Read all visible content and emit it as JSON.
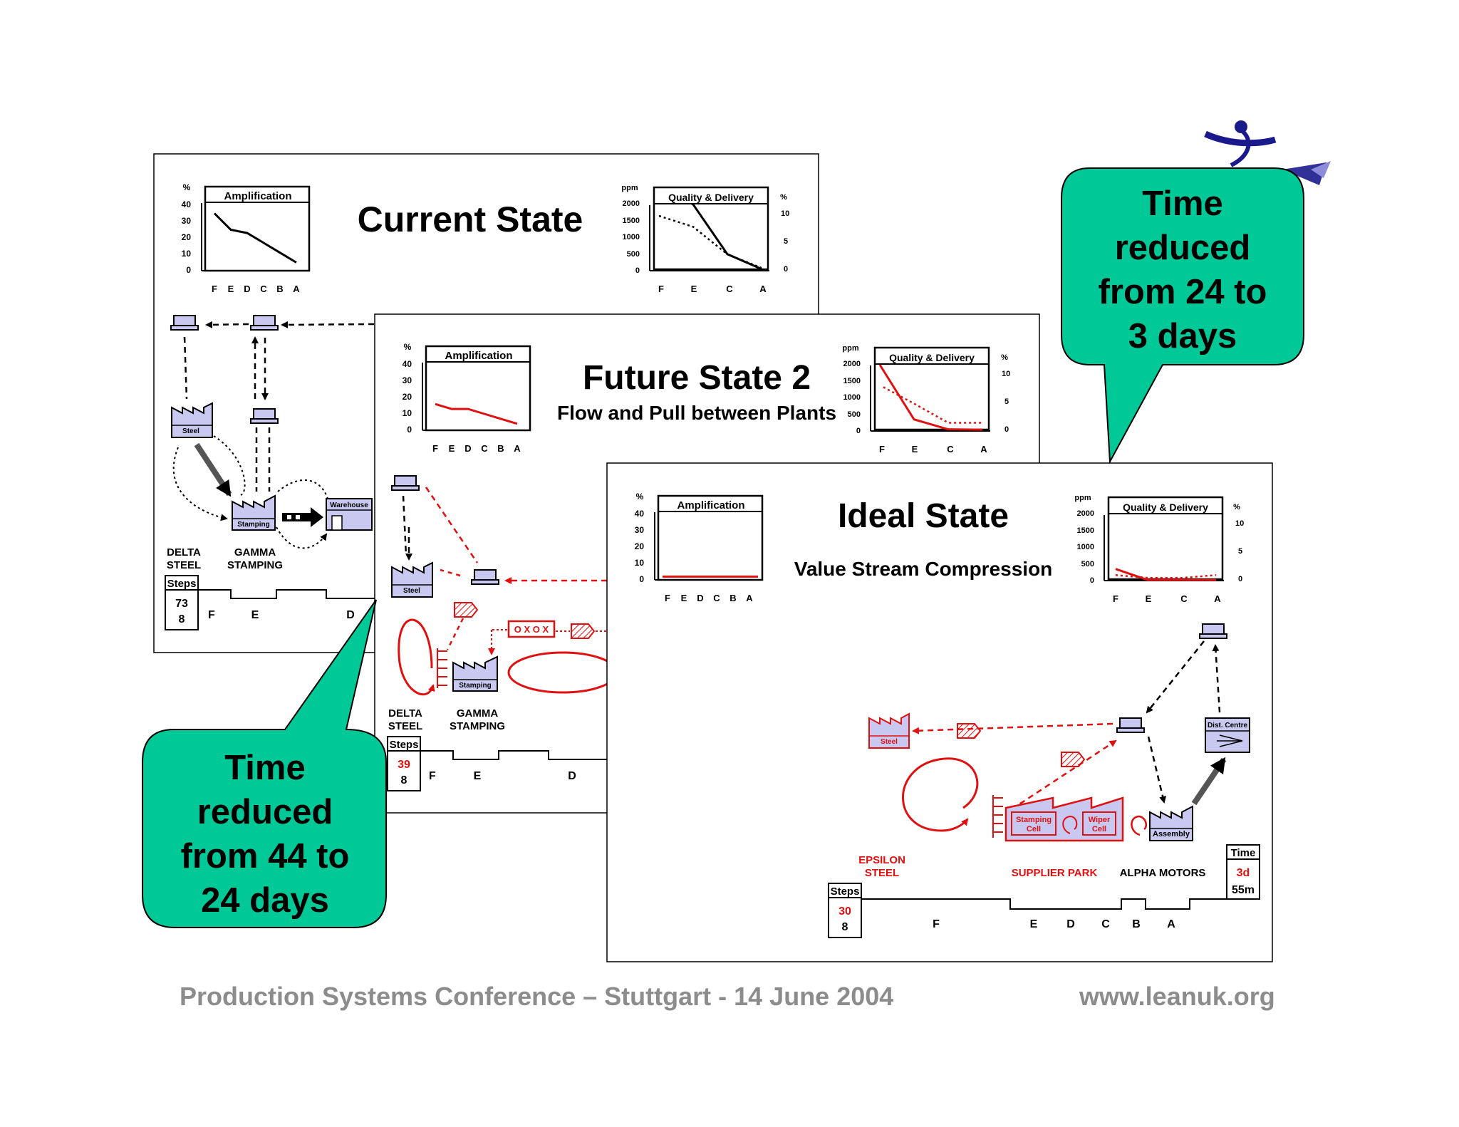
{
  "footer": {
    "conference": "Production Systems Conference – Stuttgart - 14 June 2004",
    "url": "www.leanuk.org"
  },
  "colors": {
    "callout_fill": "#00c896",
    "flow_red": "#e01010",
    "box_fill": "#c8c8f0",
    "footer_gray": "#8c8c8c",
    "logo_blue": "#1a1a8c"
  },
  "callouts": {
    "top_right": [
      "Time",
      "reduced",
      "from 24 to",
      "3 days"
    ],
    "bottom_left": [
      "Time",
      "reduced",
      "from 44 to",
      "24 days"
    ]
  },
  "current": {
    "title": "Current State",
    "amp": {
      "title": "Amplification",
      "unit": "%",
      "yticks": [
        "40",
        "30",
        "20",
        "10",
        "0"
      ],
      "x": [
        "F",
        "E",
        "D",
        "C",
        "B",
        "A"
      ],
      "values": [
        35,
        25,
        23,
        17,
        11,
        5
      ]
    },
    "qd": {
      "title": "Quality & Delivery",
      "unit_left": "ppm",
      "unit_right": "%",
      "yticks_left": [
        "2000",
        "1500",
        "1000",
        "500",
        "0"
      ],
      "yticks_right": [
        "10",
        "5",
        "0"
      ],
      "x": [
        "F",
        "E",
        "C",
        "A"
      ],
      "ppm_values": [
        2500,
        2000,
        500,
        50
      ],
      "pct_values": [
        10,
        8,
        3,
        0.5
      ]
    },
    "icons": {
      "steel": "Steel",
      "stamping": "Stamping",
      "warehouse": "Warehouse"
    },
    "labels": {
      "delta1": "DELTA",
      "delta2": "STEEL",
      "gamma1": "GAMMA",
      "gamma2": "STAMPING"
    },
    "steps": {
      "label": "Steps",
      "value1": "73",
      "value2": "8"
    },
    "timeline": [
      "F",
      "E",
      "D"
    ]
  },
  "future": {
    "title": "Future State 2",
    "subtitle": "Flow and Pull between Plants",
    "amp": {
      "title": "Amplification",
      "unit": "%",
      "yticks": [
        "40",
        "30",
        "20",
        "10",
        "0"
      ],
      "x": [
        "F",
        "E",
        "D",
        "C",
        "B",
        "A"
      ],
      "values": [
        16,
        13,
        13,
        10,
        7,
        4
      ]
    },
    "qd": {
      "title": "Quality & Delivery",
      "unit_left": "ppm",
      "unit_right": "%",
      "yticks_left": [
        "2000",
        "1500",
        "1000",
        "500",
        "0"
      ],
      "yticks_right": [
        "10",
        "5",
        "0"
      ],
      "x": [
        "F",
        "E",
        "C",
        "A"
      ],
      "ppm_values": [
        2000,
        350,
        50,
        40
      ],
      "pct_values": [
        8,
        5,
        1.5,
        1.5
      ]
    },
    "icons": {
      "steel": "Steel",
      "stamping": "Stamping",
      "kanban": "O X O X"
    },
    "labels": {
      "delta1": "DELTA",
      "delta2": "STEEL",
      "gamma1": "GAMMA",
      "gamma2": "STAMPING"
    },
    "steps": {
      "label": "Steps",
      "value1": "39",
      "value2": "8"
    },
    "timeline": [
      "F",
      "E",
      "D"
    ]
  },
  "ideal": {
    "title": "Ideal State",
    "subtitle": "Value Stream Compression",
    "amp": {
      "title": "Amplification",
      "unit": "%",
      "yticks": [
        "40",
        "30",
        "20",
        "10",
        "0"
      ],
      "x": [
        "F",
        "E",
        "D",
        "C",
        "B",
        "A"
      ],
      "values": [
        2,
        2,
        2,
        2,
        2,
        2
      ]
    },
    "qd": {
      "title": "Quality & Delivery",
      "unit_left": "ppm",
      "unit_right": "%",
      "yticks_left": [
        "2000",
        "1500",
        "1000",
        "500",
        "0"
      ],
      "yticks_right": [
        "10",
        "5",
        "0"
      ],
      "x": [
        "F",
        "E",
        "C",
        "A"
      ],
      "ppm_values": [
        350,
        20,
        20,
        20
      ],
      "pct_values": [
        1,
        0.5,
        0.5,
        1
      ]
    },
    "icons": {
      "steel": "Steel",
      "stamping_cell1": "Stamping",
      "stamping_cell2": "Cell",
      "wiper_cell1": "Wiper",
      "wiper_cell2": "Cell",
      "assembly": "Assembly",
      "dist_centre": "Dist. Centre"
    },
    "labels": {
      "epsilon1": "EPSILON",
      "epsilon2": "STEEL",
      "supplier_park": "SUPPLIER PARK",
      "alpha_motors": "ALPHA MOTORS"
    },
    "steps": {
      "label": "Steps",
      "value1": "30",
      "value2": "8"
    },
    "time": {
      "label": "Time",
      "value1": "3d",
      "value2": "55m"
    },
    "timeline": [
      "F",
      "E",
      "D",
      "C",
      "B",
      "A"
    ]
  }
}
